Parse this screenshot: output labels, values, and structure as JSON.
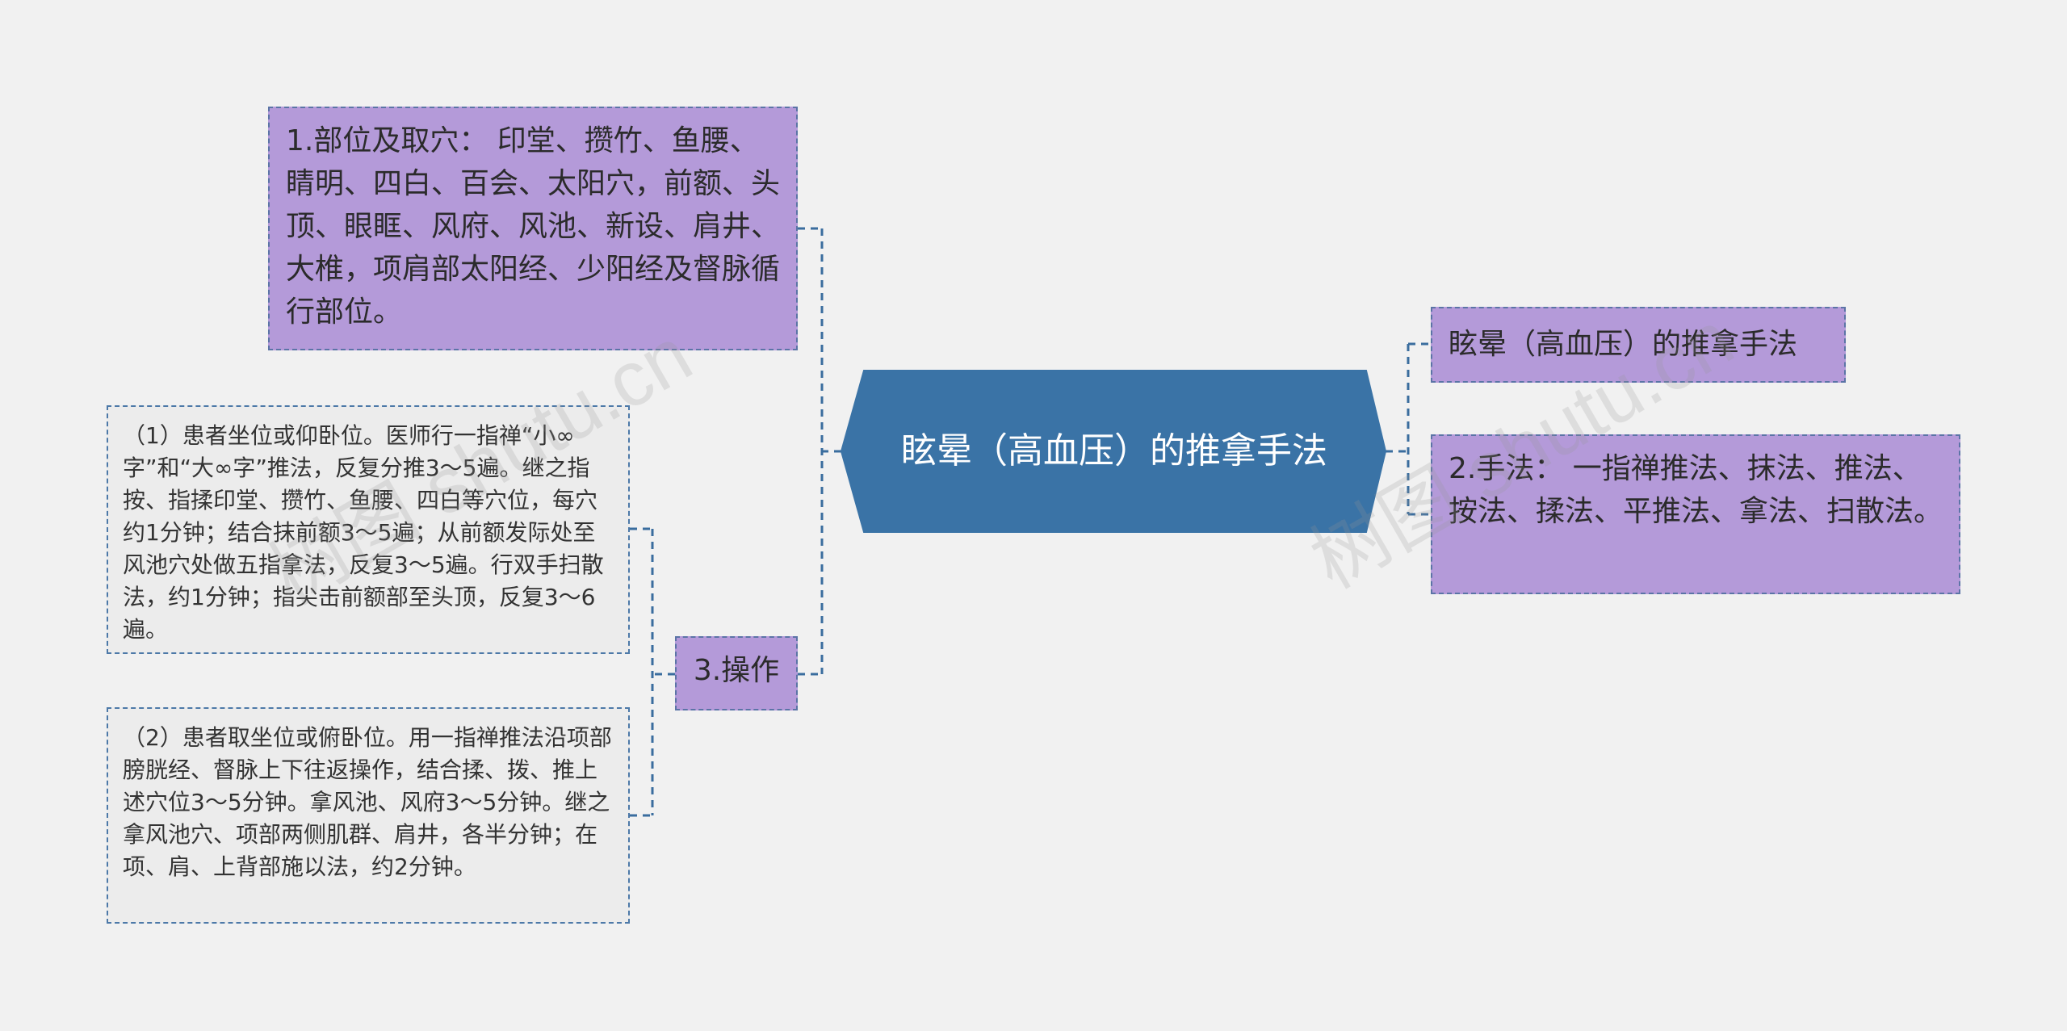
{
  "center": {
    "title": "眩晕（高血压）的推拿手法"
  },
  "left": {
    "node1": {
      "text": "1.部位及取穴： 印堂、攒竹、鱼腰、睛明、四白、百会、太阳穴，前额、头顶、眼眶、风府、风池、新设、肩井、大椎，项肩部太阳经、少阳经及督脉循行部位。"
    },
    "node3": {
      "label": "3.操作",
      "children": [
        {
          "text": "（1）患者坐位或仰卧位。医师行一指禅“小∞字”和“大∞字”推法，反复分推3～5遍。继之指按、指揉印堂、攒竹、鱼腰、四白等穴位，每穴约1分钟；结合抹前额3～5遍；从前额发际处至风池穴处做五指拿法，反复3～5遍。行双手扫散法，约1分钟；指尖击前额部至头顶，反复3～6遍。"
        },
        {
          "text": "（2）患者取坐位或俯卧位。用一指禅推法沿项部膀胱经、督脉上下往返操作，结合揉、拨、推上述穴位3～5分钟。拿风池、风府3～5分钟。继之拿风池穴、项部两侧肌群、肩井，各半分钟；在项、肩、上背部施以法，约2分钟。"
        }
      ]
    }
  },
  "right": {
    "title_node": {
      "text": "眩晕（高血压）的推拿手法"
    },
    "node2": {
      "text": "2.手法： 一指禅推法、抹法、推法、按法、揉法、平推法、拿法、扫散法。"
    }
  },
  "watermarks": [
    "树图 shutu.cn",
    "树图 shutu.cn"
  ],
  "colors": {
    "background": "#f1f1f1",
    "center_fill": "#3a73a6",
    "purple_fill": "#b49ad9",
    "grey_fill": "#ececec",
    "connector": "#3a6d9e"
  }
}
